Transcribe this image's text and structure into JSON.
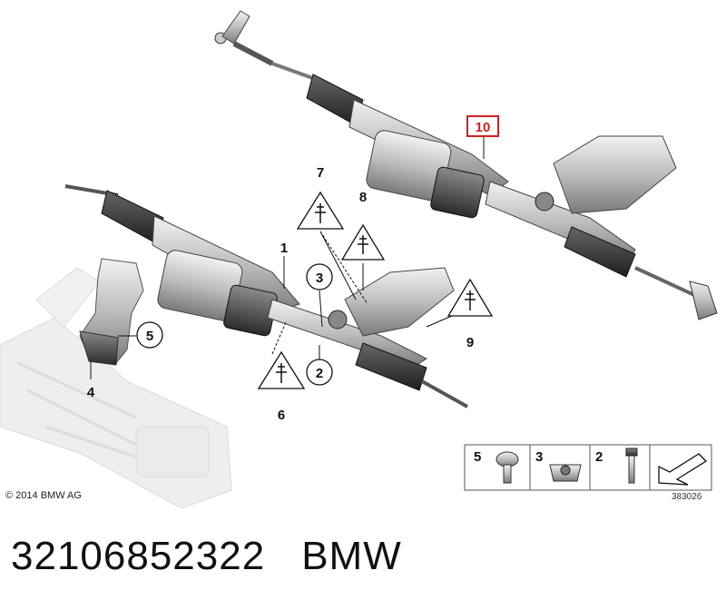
{
  "callouts": {
    "c1": "1",
    "c2": "2",
    "c3": "3",
    "c4": "4",
    "c5": "5",
    "c6": "6",
    "c7": "7",
    "c8": "8",
    "c9": "9",
    "c10": "10"
  },
  "legend": {
    "l5": "5",
    "l3": "3",
    "l2": "2"
  },
  "copyright": "© 2014 BMW AG",
  "diagram_number": "383026",
  "footer": {
    "part_number": "32106852322",
    "brand": "BMW"
  },
  "colors": {
    "callout_highlight": "#cc2222",
    "part_fill": "#d8d8d8",
    "part_dark": "#555555"
  }
}
